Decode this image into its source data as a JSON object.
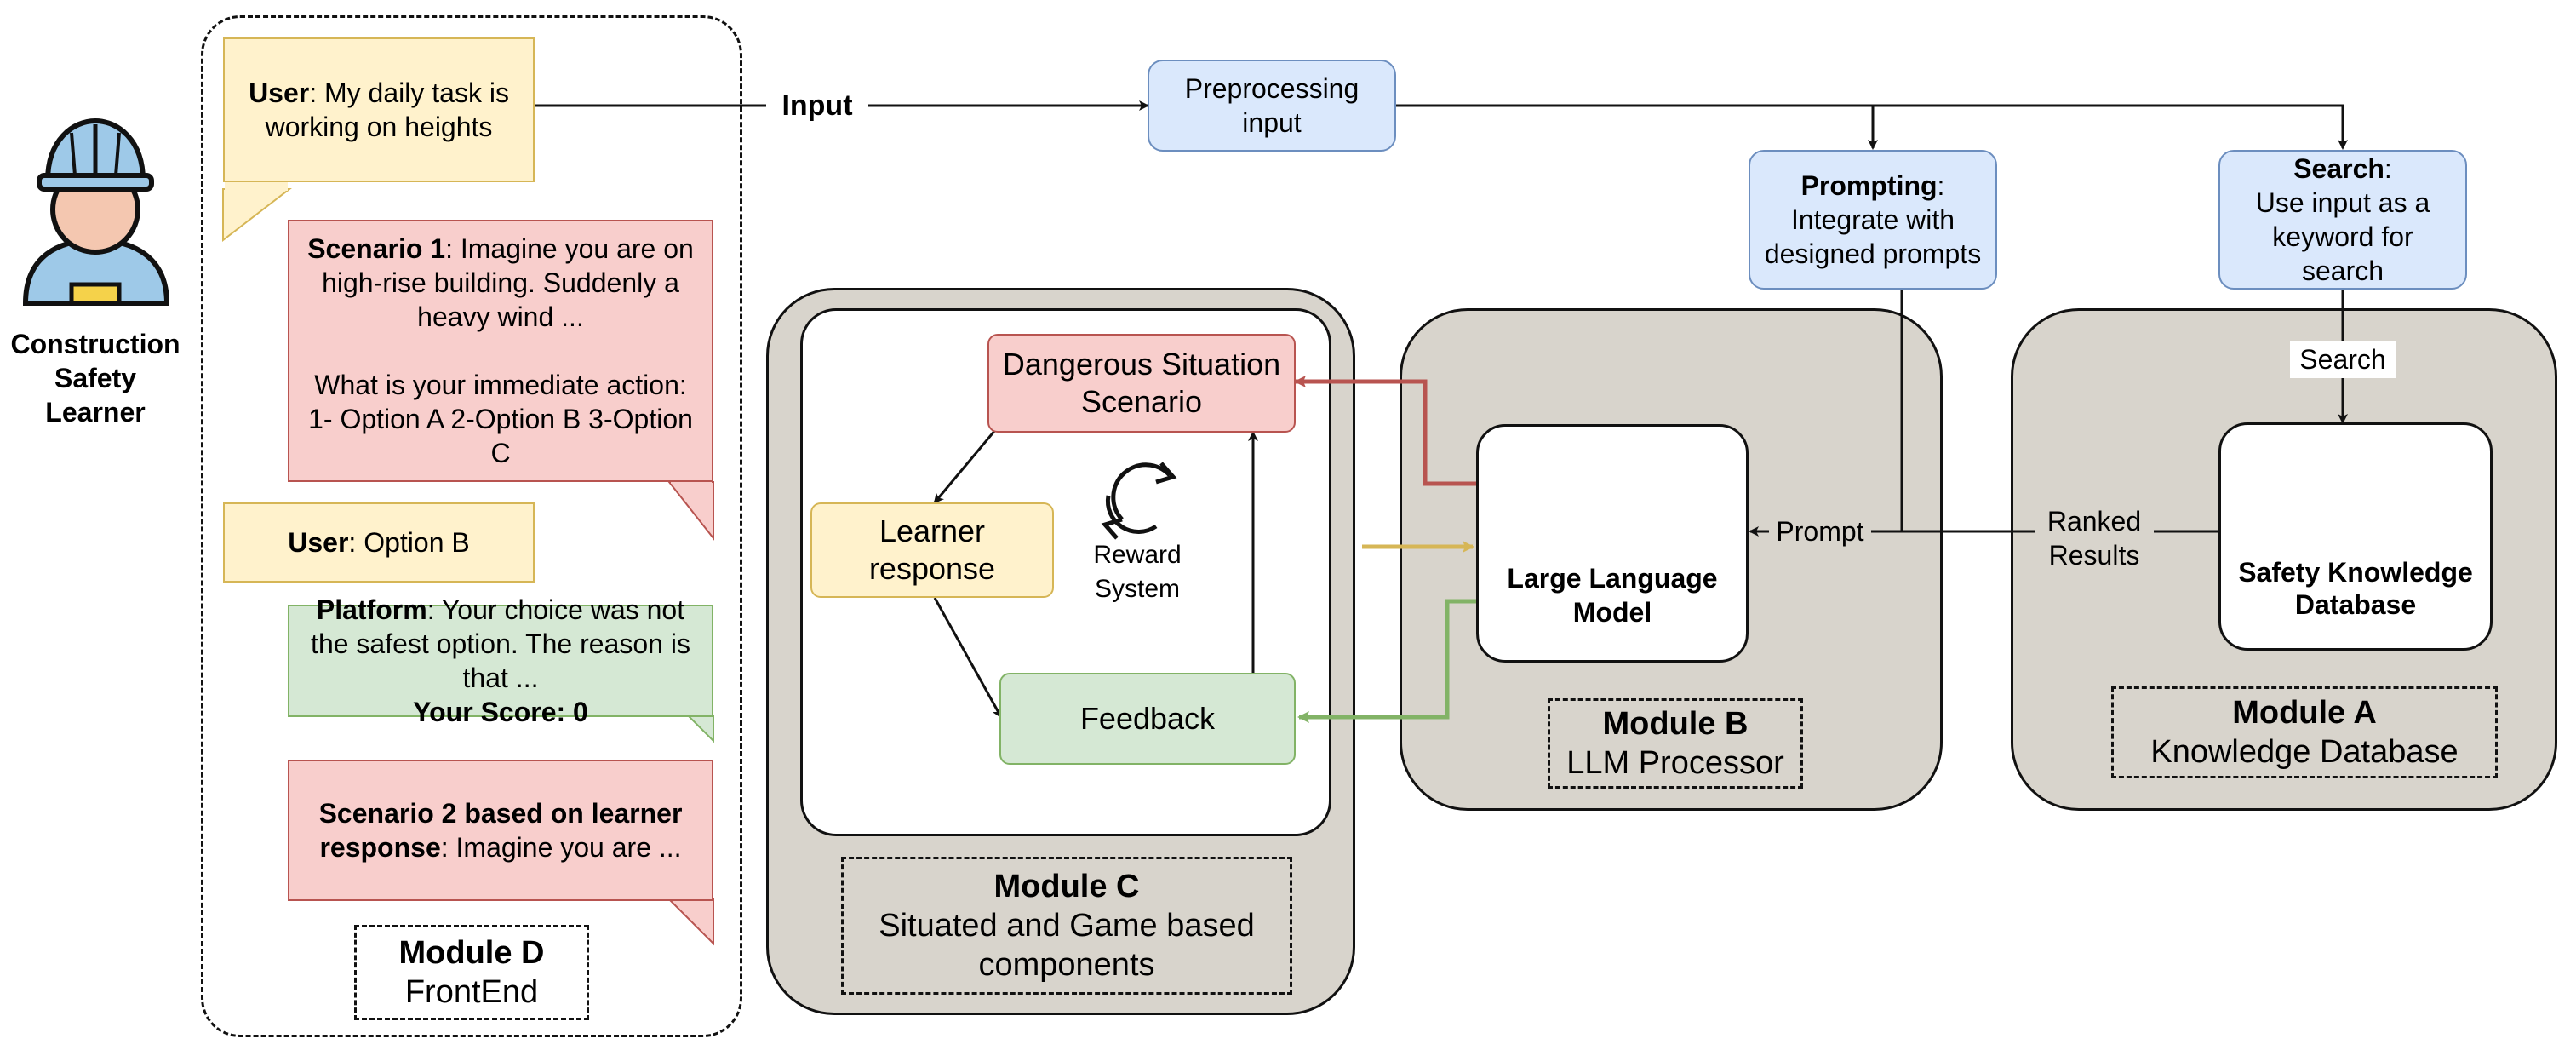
{
  "learner": {
    "label_line1": "Construction",
    "label_line2": "Safety",
    "label_line3": "Learner",
    "icon": "construction-worker-icon"
  },
  "module_d": {
    "title": "Module D",
    "subtitle": "FrontEnd",
    "messages": [
      {
        "speaker": "User",
        "text": ": My daily task is working on heights"
      },
      {
        "speaker": "Scenario 1",
        "text": ": Imagine you are on high-rise building. Suddenly a heavy wind ...",
        "question": "What is your immediate action:",
        "options": "1- Option A 2-Option B 3-Option C"
      },
      {
        "speaker": "User",
        "text": ": Option B"
      },
      {
        "speaker": "Platform",
        "text": ": Your choice was not the safest option. The reason is that ...",
        "score": "Your Score: 0"
      },
      {
        "speaker": "Scenario 2 based on learner response",
        "text": ": Imagine you are ..."
      }
    ]
  },
  "flow": {
    "input_label": "Input",
    "preprocessing": "Preprocessing input",
    "prompting_title": "Prompting",
    "prompting_text": "Integrate with designed prompts",
    "search_title": "Search",
    "search_text": "Use input as a keyword for search",
    "search_edge": "Search",
    "ranked_edge": "Ranked Results",
    "prompt_edge": "Prompt"
  },
  "module_c": {
    "title": "Module C",
    "subtitle": "Situated and Game based components",
    "dangerous": "Dangerous Situation Scenario",
    "learner_response": "Learner response",
    "reward": "Reward System",
    "feedback": "Feedback"
  },
  "module_b": {
    "title": "Module B",
    "subtitle": "LLM Processor",
    "llm": "Large Language Model",
    "icon": "robot-chatbot-icon"
  },
  "module_a": {
    "title": "Module A",
    "subtitle": "Knowledge Database",
    "db": "Safety Knowledge Database",
    "icon": "book-lightbulb-icon"
  },
  "colors": {
    "red_arrow": "#b85450",
    "yellow_arrow": "#d6b656",
    "green_arrow": "#82b366"
  }
}
